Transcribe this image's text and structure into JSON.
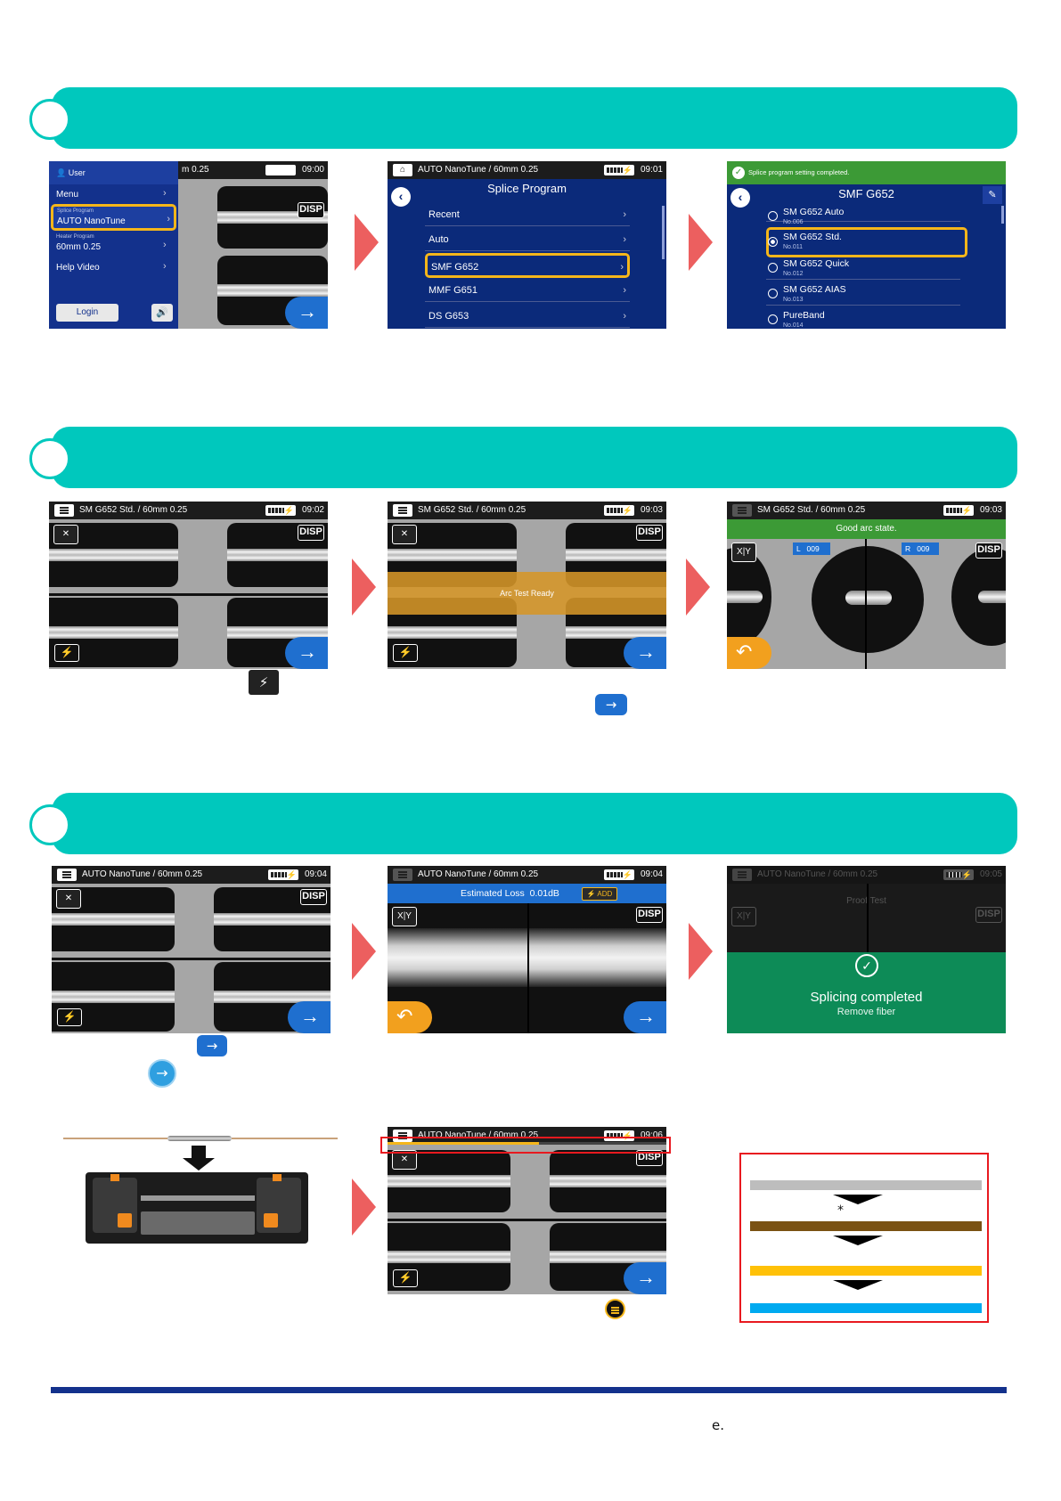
{
  "sections": {
    "s1": {
      "title": ""
    },
    "s2": {
      "title": ""
    },
    "s3": {
      "title": ""
    }
  },
  "shot1": {
    "user": "User",
    "header_partial": "m 0.25",
    "time": "09:00",
    "menu": "Menu",
    "splice_label": "Splice Program",
    "splice_value": "AUTO NanoTune",
    "heater_label": "Heater Program",
    "heater_value": "60mm 0.25",
    "help": "Help Video",
    "login": "Login",
    "disp": "DISP"
  },
  "shot2": {
    "header": "AUTO NanoTune / 60mm 0.25",
    "time": "09:01",
    "title": "Splice Program",
    "items": [
      "Recent",
      "Auto",
      "SMF G652",
      "MMF G651",
      "DS G653"
    ]
  },
  "shot3": {
    "banner": "Splice program setting completed.",
    "title": "SMF G652",
    "items": [
      {
        "name": "SM G652 Auto",
        "no": "No.006"
      },
      {
        "name": "SM G652 Std.",
        "no": "No.011"
      },
      {
        "name": "SM G652 Quick",
        "no": "No.012"
      },
      {
        "name": "SM G652 AIAS",
        "no": "No.013"
      },
      {
        "name": "PureBand",
        "no": "No.014"
      }
    ]
  },
  "shot4": {
    "header": "SM G652 Std. / 60mm 0.25",
    "time": "09:02",
    "disp": "DISP"
  },
  "shot5": {
    "header": "SM G652 Std. / 60mm 0.25",
    "time": "09:03",
    "overlay": "Arc Test Ready",
    "disp": "DISP"
  },
  "shot6": {
    "header": "SM G652 Std. / 60mm 0.25",
    "time": "09:03",
    "status": "Good arc state.",
    "xy": "X|Y",
    "left": "L   009",
    "right": "R   009",
    "disp": "DISP"
  },
  "shot7": {
    "header": "AUTO NanoTune / 60mm 0.25",
    "time": "09:04",
    "disp": "DISP"
  },
  "shot8": {
    "header": "AUTO NanoTune / 60mm 0.25",
    "time": "09:04",
    "loss_label": "Estimated Loss",
    "loss_value": "0.01dB",
    "add": "ADD",
    "xy": "X|Y",
    "disp": "DISP"
  },
  "shot9": {
    "header": "AUTO NanoTune / 60mm 0.25",
    "time": "09:05",
    "proof": "Proof Test",
    "title": "Splicing completed",
    "sub": "Remove fiber",
    "xy": "X|Y",
    "disp": "DISP"
  },
  "shot10": {
    "header": "AUTO NanoTune / 60mm 0.25",
    "time": "09:06",
    "disp": "DISP"
  },
  "legend": {
    "asterisk": "*"
  },
  "footer": {
    "fragment": "e."
  },
  "colors": {
    "accent": "#00c8bd",
    "arrow": "#ec5f5f",
    "navy": "#13318c",
    "highlight": "#f5b61a",
    "red_box": "#e8191f"
  }
}
